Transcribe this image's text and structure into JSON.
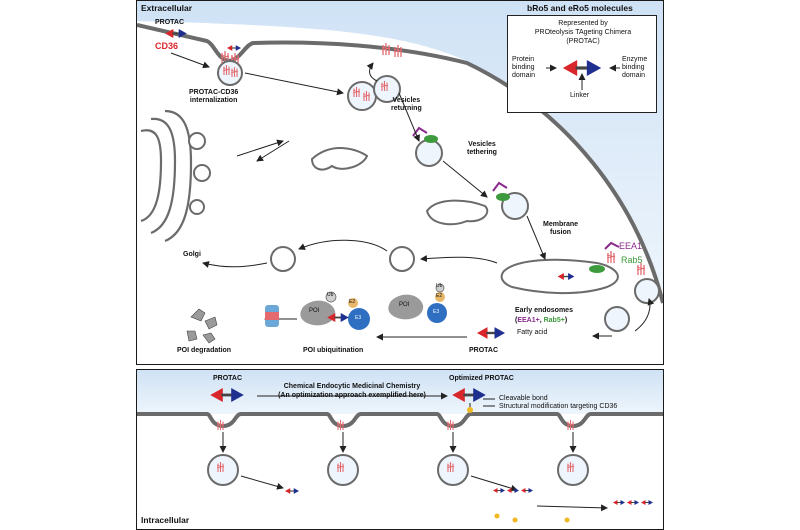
{
  "colors": {
    "membrane": "#6b6b6b",
    "extracellular_gradient": "#cfe2f5",
    "protac_red": "#d9262b",
    "protac_blue": "#1f2f8f",
    "cd36": "#e46a6f",
    "eea1": "#8a2a8c",
    "rab5": "#3d9a3d",
    "e3": "#2e6fc2",
    "poi": "#9a9a9a"
  },
  "top_panel": {
    "extracellular": "Extracellular",
    "heading": "bRo5 and eRo5 molecules",
    "key": {
      "represented_by": "Represented by",
      "full_name": "PROteolysis TAgeting Chimera",
      "abbrev": "(PROTAC)",
      "protein_domain": "Protein\nbinding\ndomain",
      "enzyme_domain": "Enzyme\nbinding\ndomain",
      "linker": "Linker"
    },
    "labels": {
      "protac": "PROTAC",
      "cd36": "CD36",
      "internalization": "PROTAC-CD36\ninternalization",
      "vesicles_returning": "Vesicles\nreturning",
      "vesicles_tethering": "Vesicles\ntethering",
      "membrane_fusion": "Membrane\nfusion",
      "eea1": "EEA1",
      "rab5": "Rab5",
      "golgi": "Golgi",
      "early_endosomes": "Early endosomes",
      "early_open": "(",
      "eea1_plus": "EEA1+",
      "comma": ", ",
      "rab5_plus": "Rab5+",
      "early_close": ")",
      "fatty_acid": "Fatty acid",
      "protac_bottom": "PROTAC",
      "poi_ubiquitination": "POI ubiquitination",
      "poi_degradation": "POI degradation",
      "poi": "POI",
      "ub": "Ub",
      "e2": "E2",
      "e3": "E3"
    }
  },
  "bottom_panel": {
    "protac": "PROTAC",
    "optimized_protac": "Optimized PROTAC",
    "title": "Chemical Endocytic Medicinal Chemistry",
    "subtitle": "(An optimization approach exemplified here)",
    "cleavable_bond": "Cleavable bond",
    "structural_mod": "Structural modification targeting CD36",
    "intracellular": "Intracellular"
  }
}
